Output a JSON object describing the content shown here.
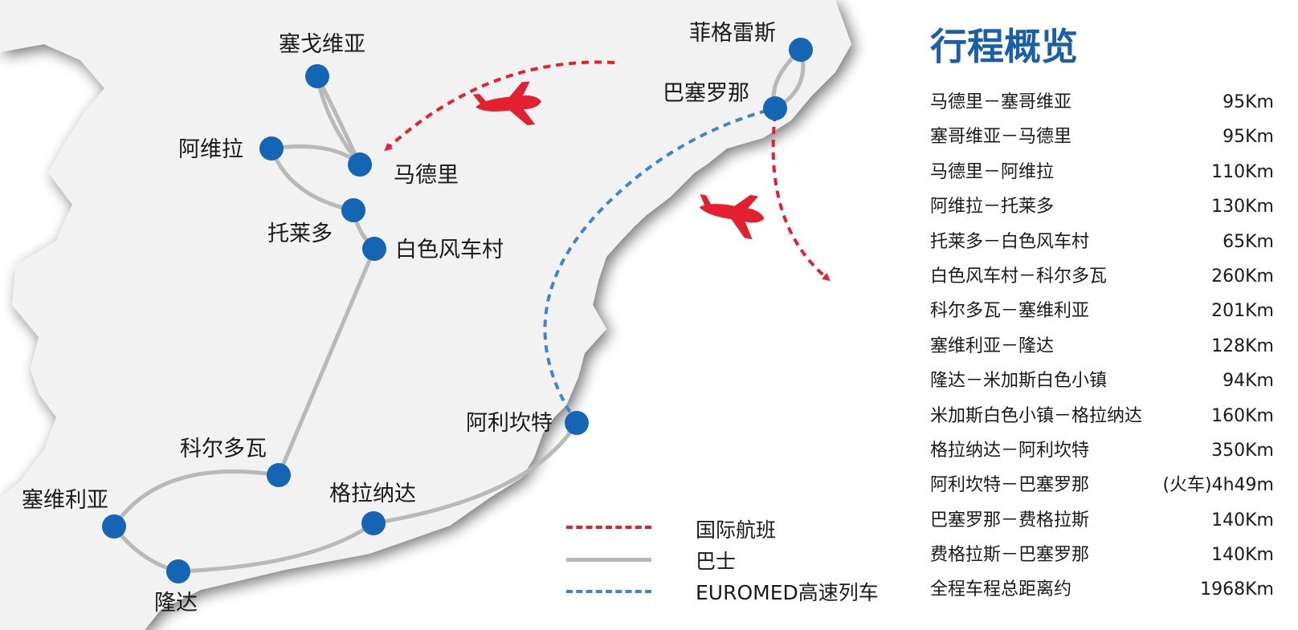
{
  "map": {
    "cities": [
      {
        "id": "segovia",
        "label": "塞戈维亚"
      },
      {
        "id": "madrid",
        "label": "马德里"
      },
      {
        "id": "avila",
        "label": "阿维拉"
      },
      {
        "id": "toledo",
        "label": "托莱多"
      },
      {
        "id": "consuegra",
        "label": "白色风车村"
      },
      {
        "id": "cordoba",
        "label": "科尔多瓦"
      },
      {
        "id": "seville",
        "label": "塞维利亚"
      },
      {
        "id": "ronda",
        "label": "隆达"
      },
      {
        "id": "granada",
        "label": "格拉纳达"
      },
      {
        "id": "alicante",
        "label": "阿利坎特"
      },
      {
        "id": "barcelona",
        "label": "巴塞罗那"
      },
      {
        "id": "figueres",
        "label": "菲格雷斯"
      }
    ],
    "colors": {
      "flight": "#e3202f",
      "bus": "#b9b9b9",
      "train": "#3f86c8",
      "city_dot": "#1565b5",
      "land": "#f2f2f2",
      "title": "#1a5fa8"
    }
  },
  "legend": {
    "flight_label": "国际航班",
    "bus_label": "巴士",
    "train_label": "EUROMED高速列车"
  },
  "itinerary": {
    "title": "行程概览",
    "rows": [
      {
        "route": "马德里－塞哥维亚",
        "distance": "95Km"
      },
      {
        "route": "塞哥维亚－马德里",
        "distance": "95Km"
      },
      {
        "route": "马德里－阿维拉",
        "distance": "110Km"
      },
      {
        "route": "阿维拉－托莱多",
        "distance": "130Km"
      },
      {
        "route": "托莱多－白色风车村",
        "distance": "65Km"
      },
      {
        "route": "白色风车村－科尔多瓦",
        "distance": "260Km"
      },
      {
        "route": "科尔多瓦－塞维利亚",
        "distance": "201Km"
      },
      {
        "route": "塞维利亚－隆达",
        "distance": "128Km"
      },
      {
        "route": "隆达－米加斯白色小镇",
        "distance": "94Km"
      },
      {
        "route": "米加斯白色小镇－格拉纳达",
        "distance": "160Km"
      },
      {
        "route": "格拉纳达－阿利坎特",
        "distance": "350Km"
      },
      {
        "route": "阿利坎特－巴塞罗那",
        "distance": "(火车)4h49m"
      },
      {
        "route": "巴塞罗那－费格拉斯",
        "distance": "140Km"
      },
      {
        "route": "费格拉斯－巴塞罗那",
        "distance": "140Km"
      },
      {
        "route": "全程车程总距离约",
        "distance": "1968Km"
      }
    ]
  }
}
